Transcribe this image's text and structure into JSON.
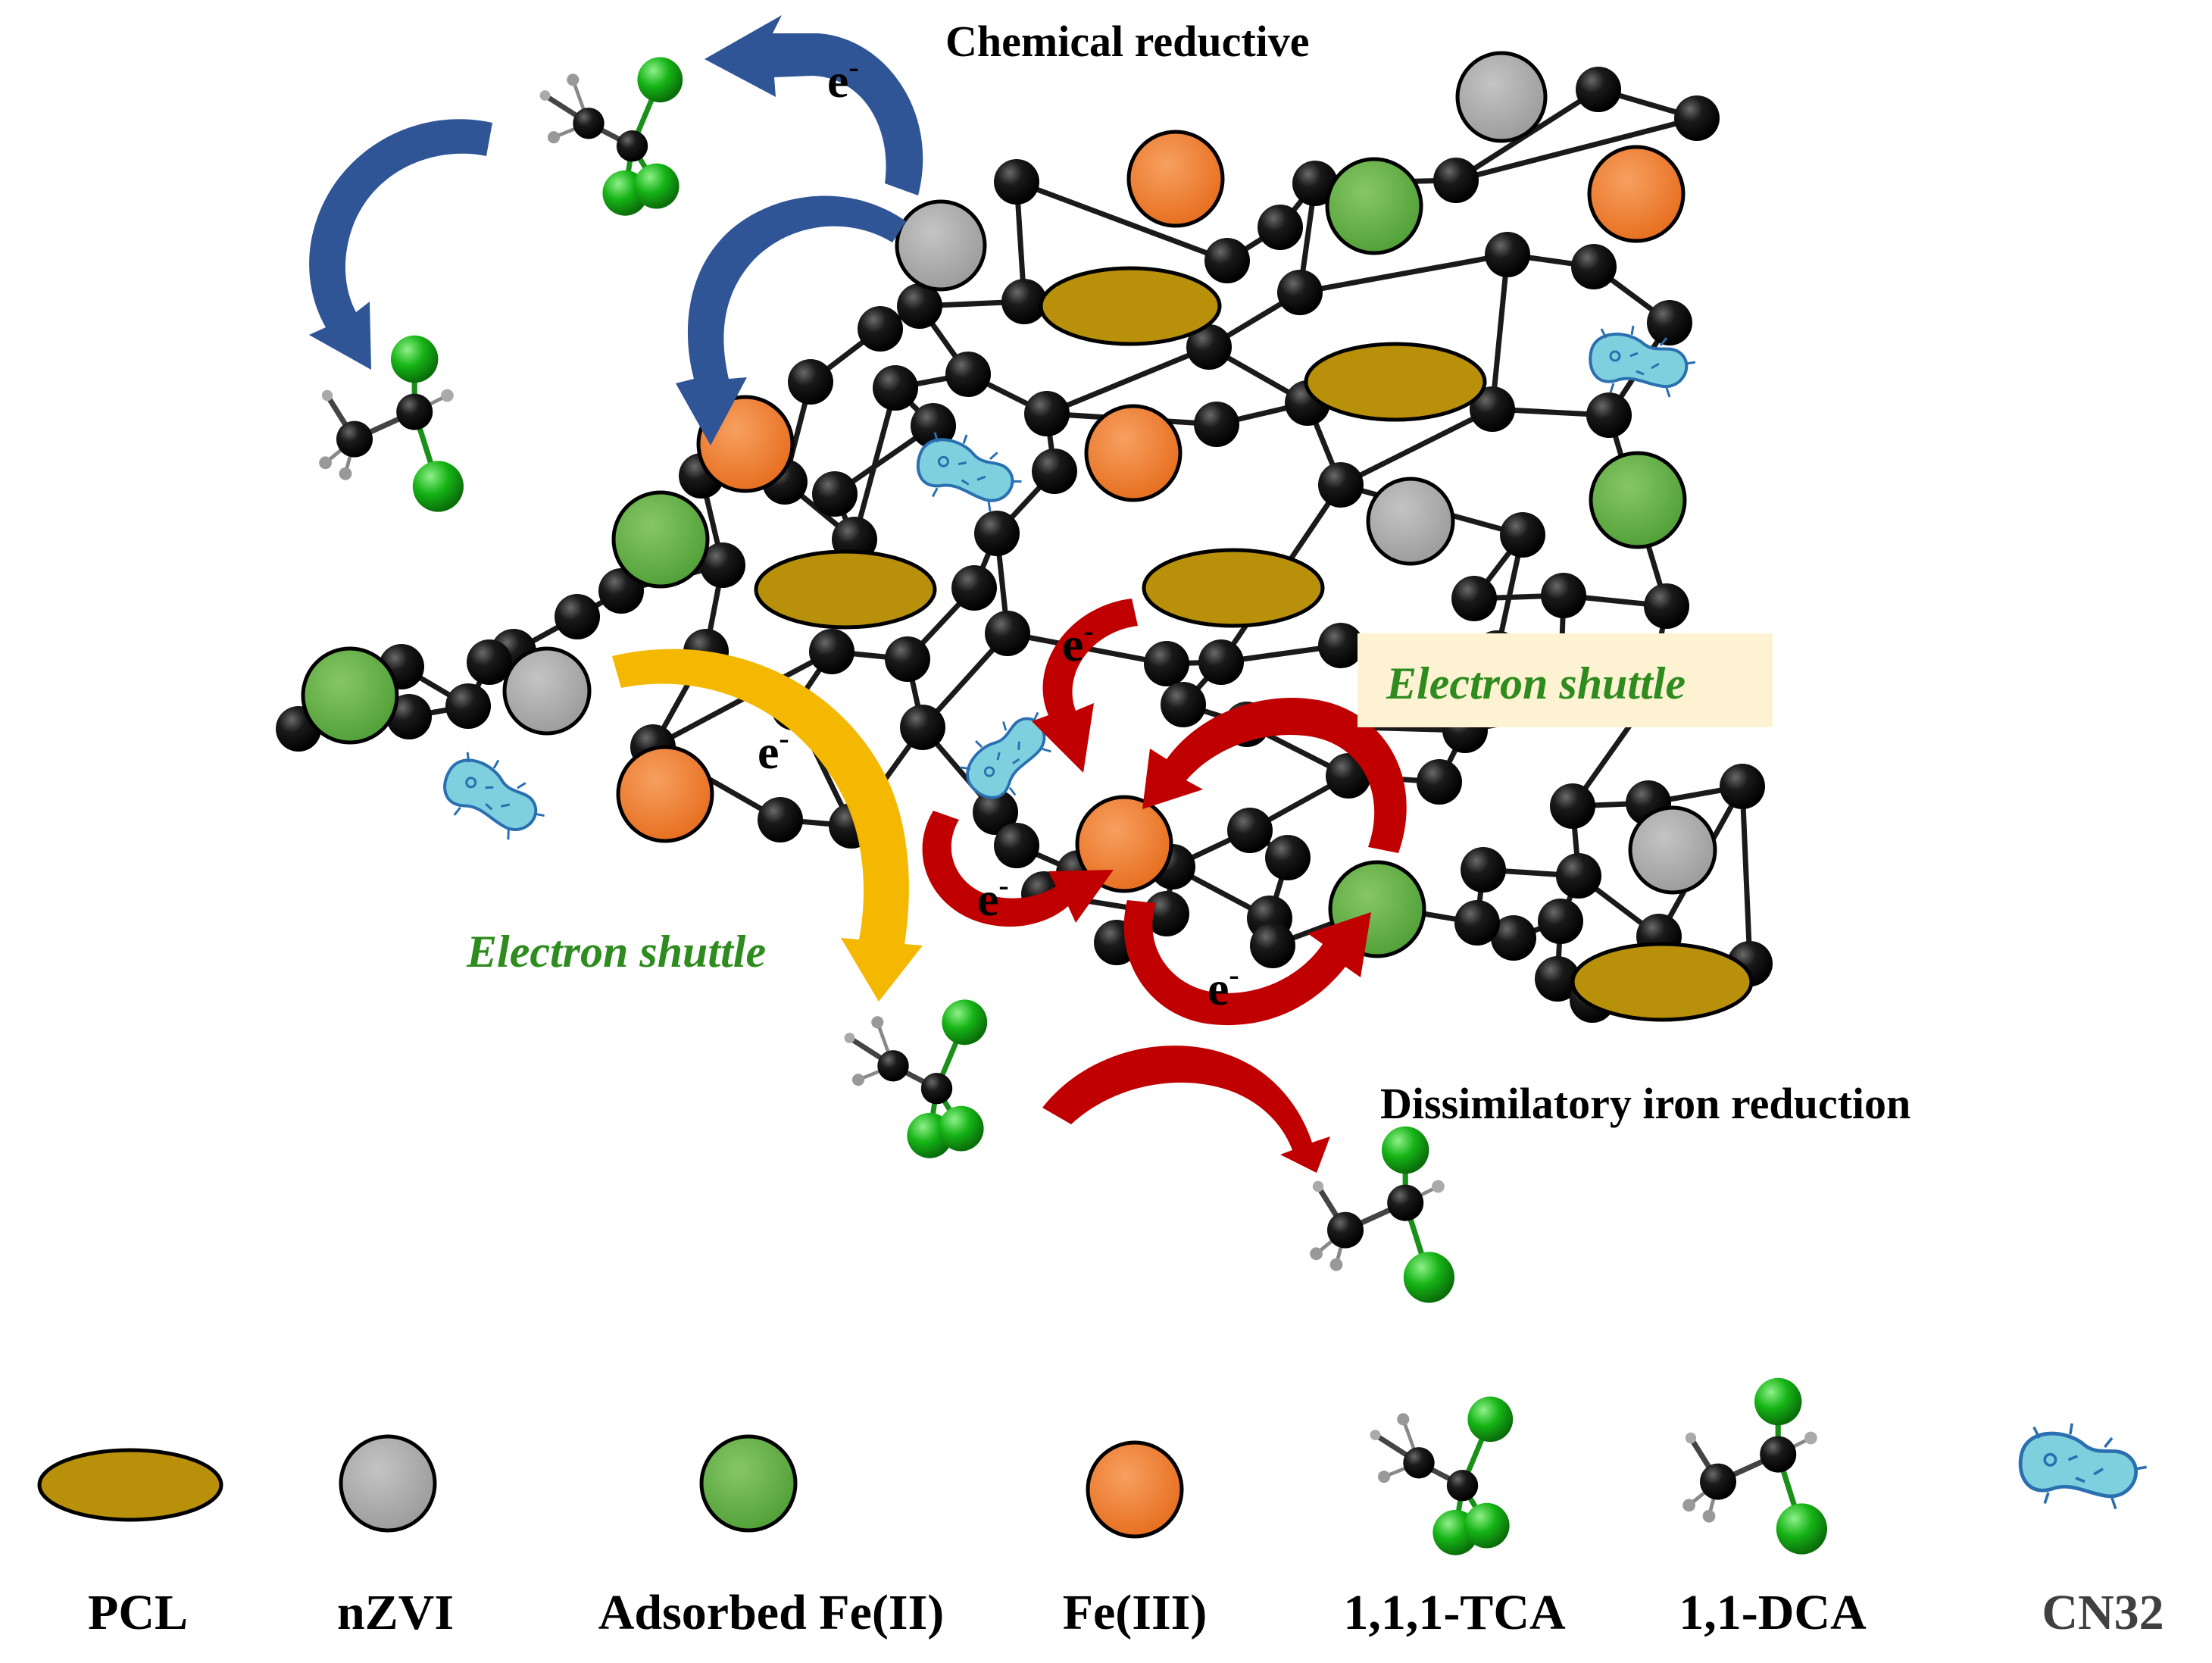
{
  "labels": {
    "chemical_reductive": "Chemical reductive",
    "dissimilatory": "Dissimilatory iron reduction",
    "electron_shuttle_left": "Electron shuttle",
    "electron_shuttle_right": "Electron shuttle",
    "electron": "e",
    "electron_sup": "-"
  },
  "legend": [
    {
      "key": "pcl",
      "label": "PCL",
      "icon": "pcl-ellipse-icon"
    },
    {
      "key": "nzvi",
      "label": "nZVI",
      "icon": "grey-sphere-icon"
    },
    {
      "key": "fe2",
      "label": "Adsorbed Fe(II)",
      "icon": "green-sphere-icon"
    },
    {
      "key": "fe3",
      "label": "Fe(III)",
      "icon": "orange-sphere-icon"
    },
    {
      "key": "tca",
      "label": "1,1,1-TCA",
      "icon": "tca-molecule-icon"
    },
    {
      "key": "dca",
      "label": "1,1-DCA",
      "icon": "dca-molecule-icon"
    },
    {
      "key": "cn32",
      "label": "CN32",
      "icon": "bacterium-icon"
    }
  ],
  "colors": {
    "pcl": "#b8900a",
    "nzvi": "#a6a6a6",
    "fe2": "#5cab3f",
    "fe3": "#ef7a2a",
    "carbon": "#111111",
    "chlorine": "#22b822",
    "bacterium": "#6ec6d6",
    "arrow_blue": "#2f5597",
    "arrow_red": "#c00000",
    "arrow_yellow": "#f5b800",
    "shuttle_box": "#fdf3d3"
  }
}
